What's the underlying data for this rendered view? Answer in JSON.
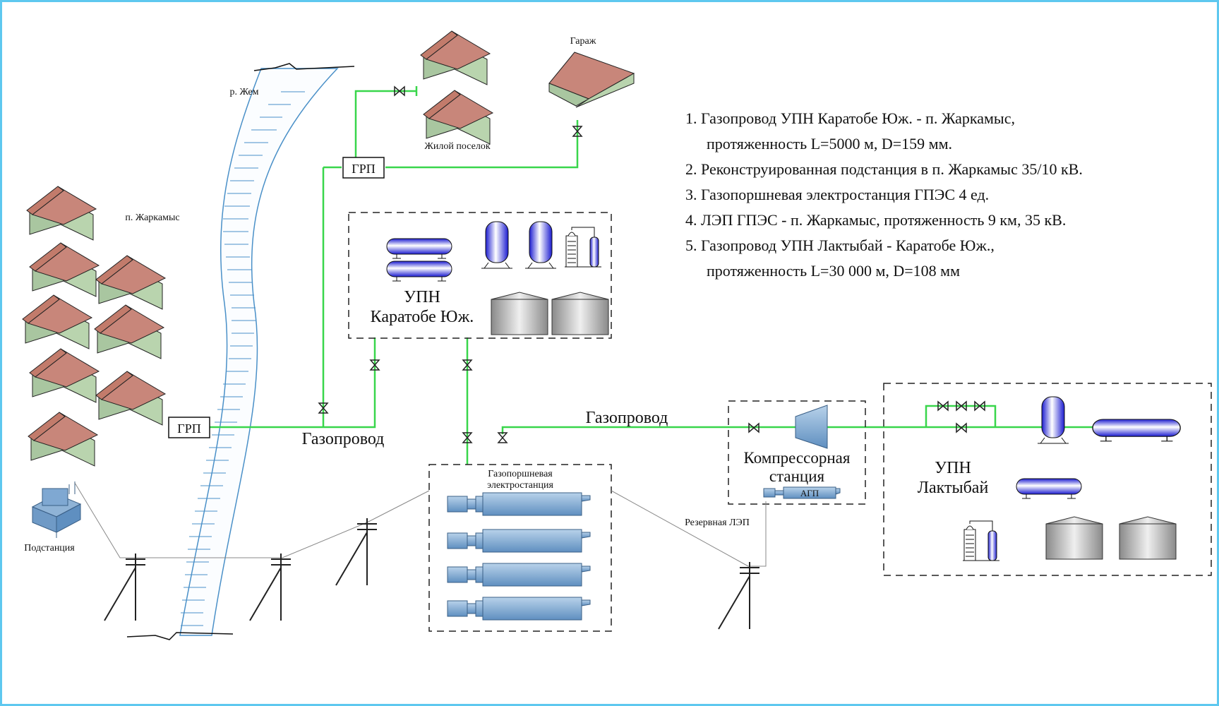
{
  "labels": {
    "river": "р. Жем",
    "village": "п. Жаркамыс",
    "residential": "Жилой поселок",
    "garage": "Гараж",
    "grp_top": "ГРП",
    "grp_left": "ГРП",
    "gas_pipeline_left": "Газопровод",
    "gas_pipeline_mid": "Газопровод",
    "upn_karatobe_1": "УПН",
    "upn_karatobe_2": "Каратобе Юж.",
    "gpes_1": "Газопоршневая",
    "gpes_2": "электростанция",
    "compressor_1": "Компрессорная",
    "compressor_2": "станция",
    "agp": "АГП",
    "reserve_line": "Резервная ЛЭП",
    "substation": "Подстанция",
    "upn_laktybai_1": "УПН",
    "upn_laktybai_2": "Лактыбай"
  },
  "legend": [
    "1. Газопровод УПН Каратобе Юж. - п. Жаркамыс,",
    "протяженность L=5000 м, D=159 мм.",
    "2. Реконструированная подстанция в п. Жаркамыс 35/10 кВ.",
    "3. Газопоршневая электростанция ГПЭС 4 ед.",
    "4. ЛЭП ГПЭС - п. Жаркамыс, протяженность 9 км, 35 кВ.",
    "5. Газопровод УПН Лактыбай - Каратобе Юж.,",
    "протяженность L=30 000 м,  D=108 мм"
  ],
  "colors": {
    "frame": "#5ec8ef",
    "pipe": "#39d64b",
    "roof": "#c27b6b",
    "wall": "#a9c6a0",
    "tank_blue": "#2f2fd8",
    "steel": "#8fb3d6",
    "river": "#4a90c8"
  }
}
